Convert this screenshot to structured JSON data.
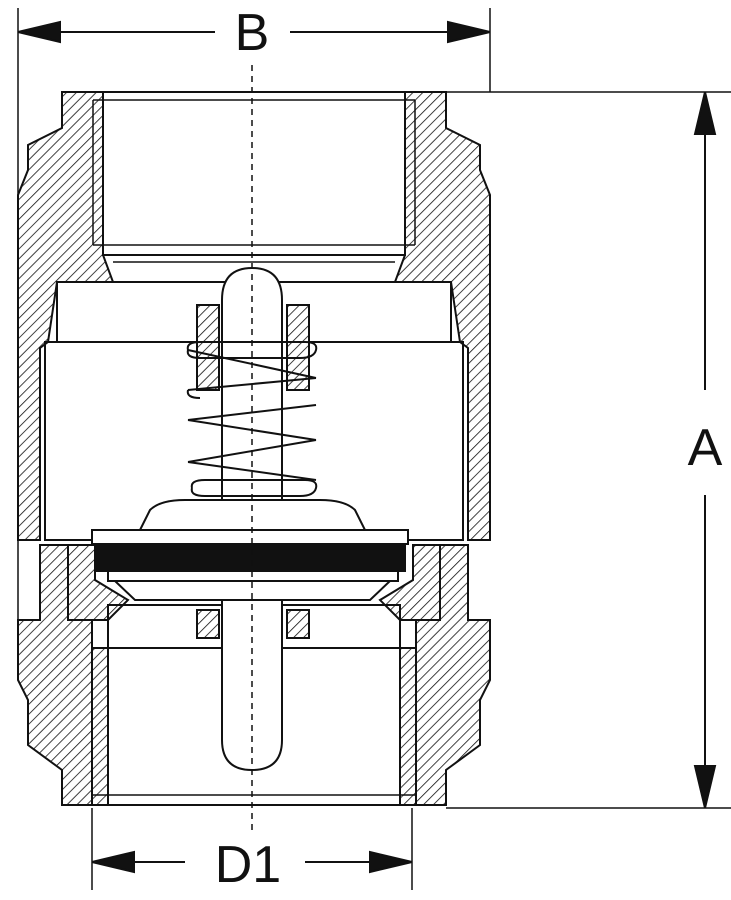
{
  "dimensions": {
    "b_label": "B",
    "a_label": "A",
    "d1_label": "D1"
  },
  "colors": {
    "line": "#111111",
    "background": "#ffffff",
    "seal": "#111111"
  }
}
